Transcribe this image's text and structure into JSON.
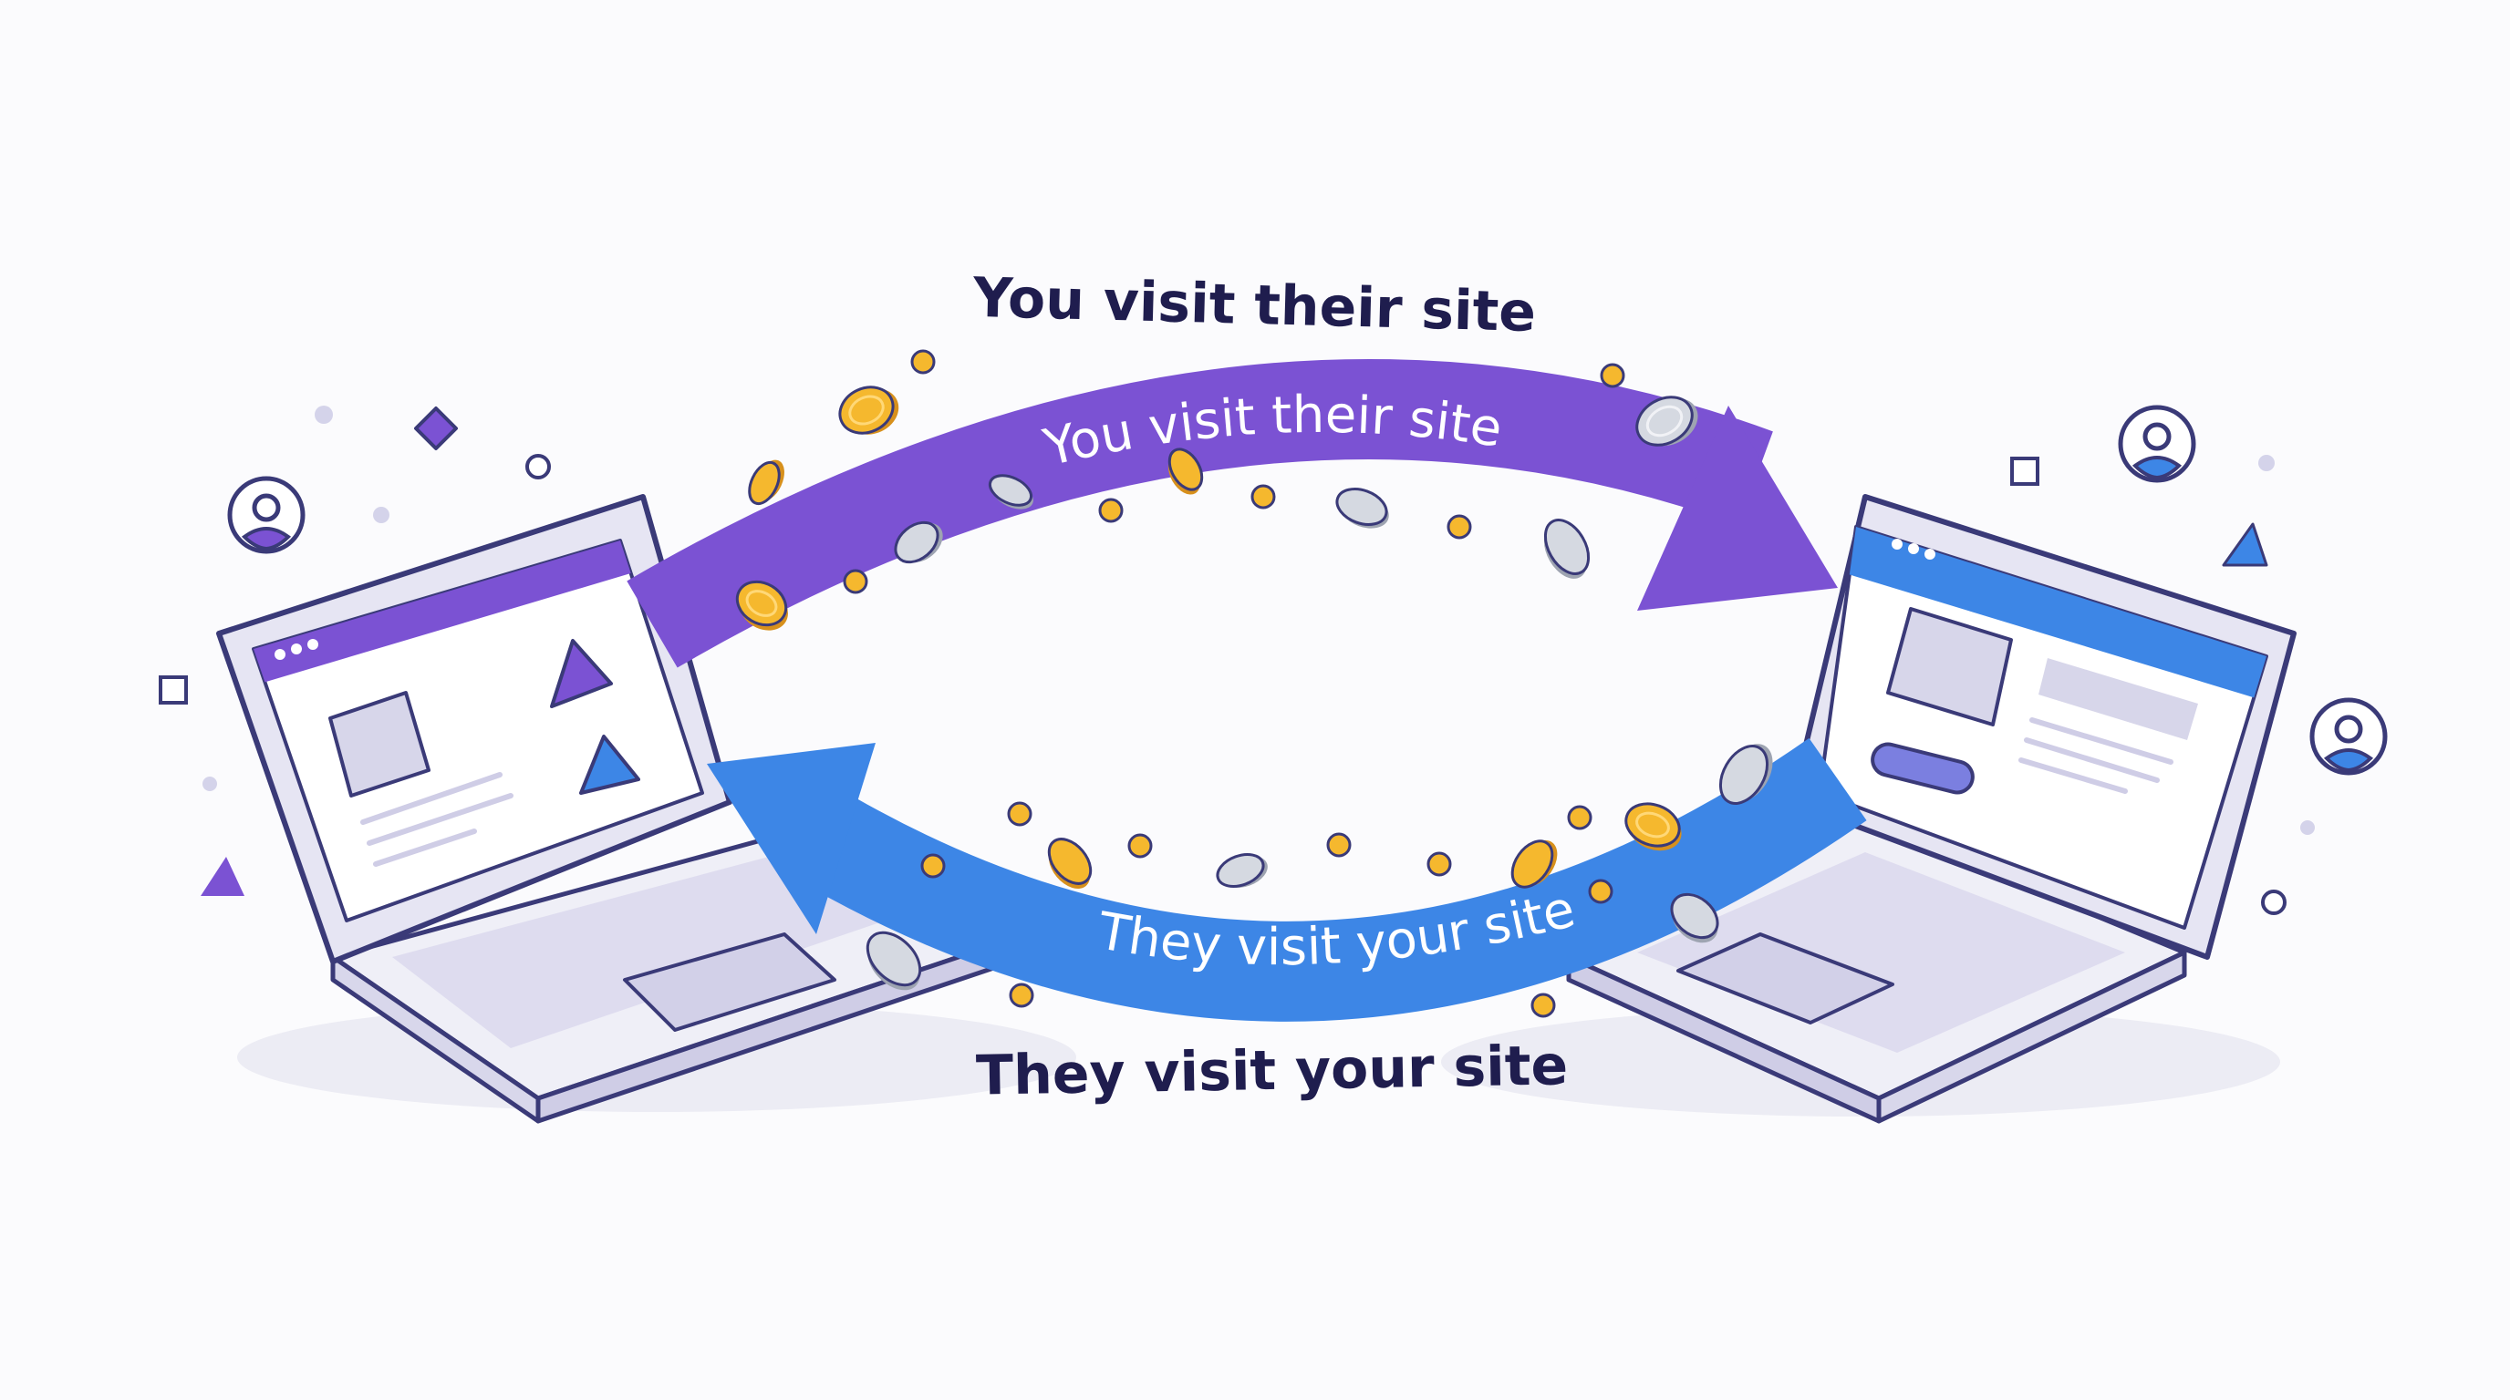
{
  "labels": {
    "top_heading": "You visit their site",
    "top_arrow": "You visit their site",
    "bottom_arrow": "They visit your site",
    "bottom_heading": "They visit your site"
  },
  "colors": {
    "background": "#fbfbfd",
    "purple": "#7b52d3",
    "blue": "#3d86e6",
    "outline": "#3a3a78",
    "screen_mock": "#d7d6ea",
    "gold_coin": "#f5b82e",
    "silver_coin": "#cfd3dc",
    "text_dark": "#1f1d4e"
  },
  "icons": [
    "laptop-icon",
    "user-avatar-icon",
    "coin-icon",
    "triangle-shape",
    "square-shape",
    "diamond-shape"
  ]
}
